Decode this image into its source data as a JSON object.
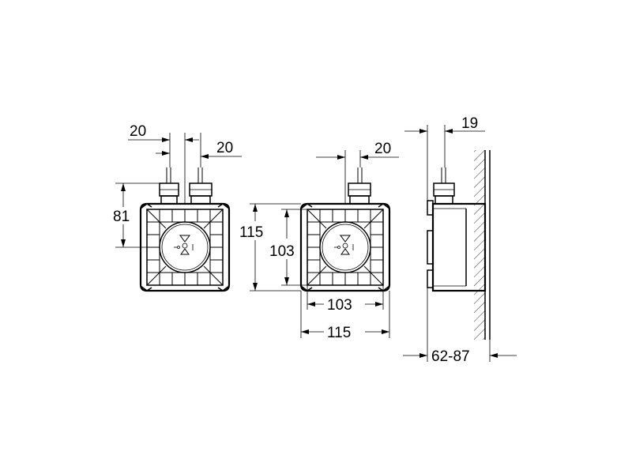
{
  "front_view_left": {
    "dim_pipe_offset_left": "20",
    "dim_pipe_offset_right": "20",
    "dim_height": "81"
  },
  "front_view_right": {
    "dim_pipe_offset": "20",
    "dim_outer_height": "115",
    "dim_inner_height": "103",
    "dim_inner_width": "103",
    "dim_outer_width": "115"
  },
  "side_view": {
    "dim_top": "19",
    "dim_depth": "62-87"
  }
}
